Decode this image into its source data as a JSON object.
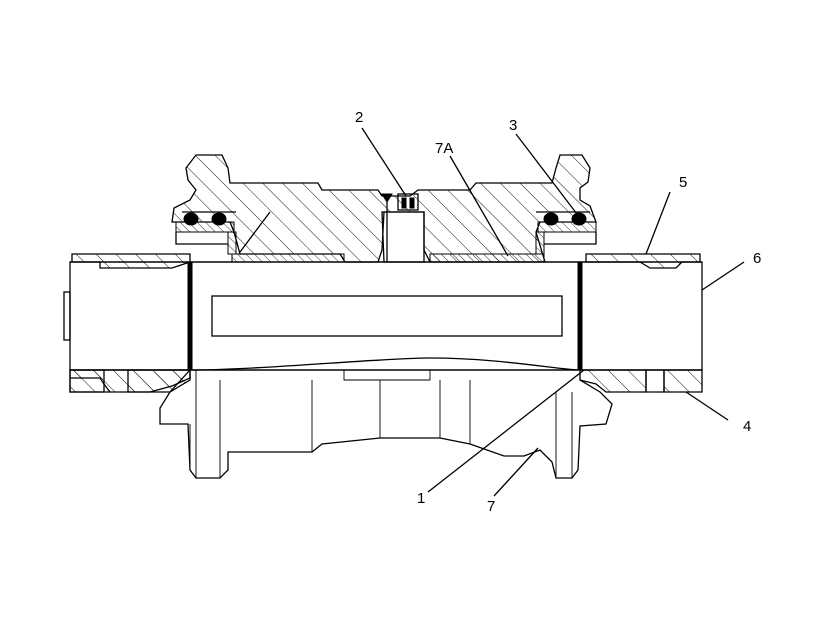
{
  "callouts": [
    {
      "id": "1",
      "label": "1"
    },
    {
      "id": "2",
      "label": "2"
    },
    {
      "id": "3",
      "label": "3"
    },
    {
      "id": "4",
      "label": "4"
    },
    {
      "id": "5",
      "label": "5"
    },
    {
      "id": "6",
      "label": "6"
    },
    {
      "id": "7",
      "label": "7"
    },
    {
      "id": "7A",
      "label": "7A"
    }
  ],
  "colors": {
    "line": "#000000",
    "background": "#ffffff"
  }
}
